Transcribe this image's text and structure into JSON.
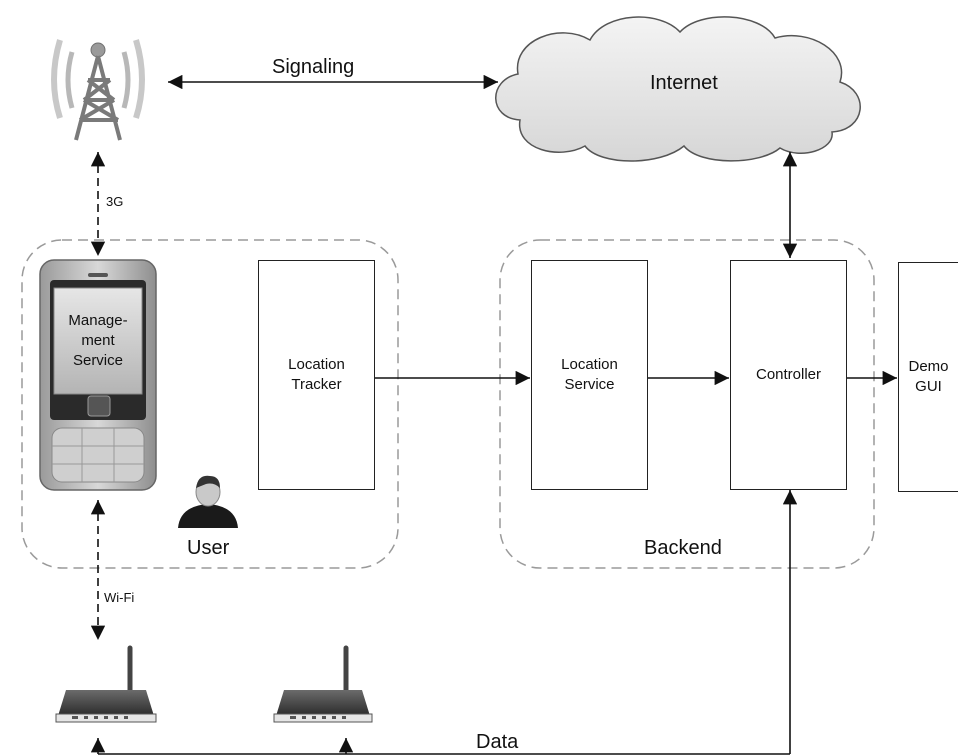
{
  "labels": {
    "signaling": "Signaling",
    "internet": "Internet",
    "link_3g": "3G",
    "wifi": "Wi-Fi",
    "data": "Data",
    "user": "User",
    "backend": "Backend"
  },
  "nodes": {
    "management_service": "Manage-\nment\nService",
    "location_tracker": "Location\nTracker",
    "location_service": "Location\nService",
    "controller": "Controller",
    "demo_gui": "Demo\nGUI"
  }
}
